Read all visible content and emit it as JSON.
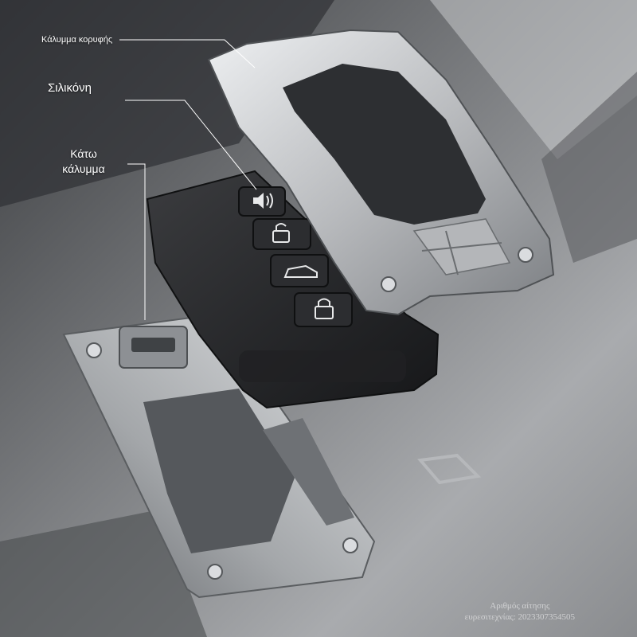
{
  "labels": {
    "top_cover": "Κάλυμμα κορυφής",
    "silicone": "Σιλικόνη",
    "bottom_cover_line1": "Κάτω",
    "bottom_cover_line2": "κάλυμμα"
  },
  "watermark": {
    "line1": "Αριθμός αίτησης",
    "line2": "ευρεσιτεχνίας: 2023307354505"
  },
  "colors": {
    "background": "#6b6d70",
    "metal": "#c9cbcd",
    "silicone": "#2a2b2d",
    "label_text": "#ffffff"
  },
  "icons": [
    "volume-icon",
    "unlock-icon",
    "trunk-icon",
    "lock-icon"
  ]
}
